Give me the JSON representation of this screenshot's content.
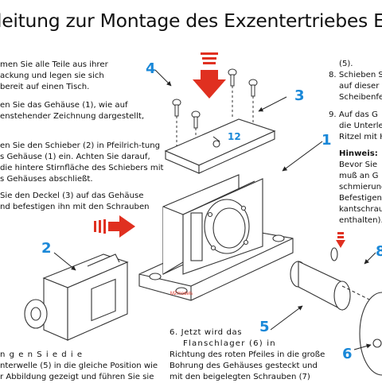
{
  "title": "leitung zur Montage des Exzentertriebes EZ",
  "left_steps": {
    "s1": [
      "men Sie alle Teile aus ihrer",
      "ackung und legen sie sich",
      "bereit auf einen Tisch."
    ],
    "s2": [
      "en Sie das Gehäuse (1), wie auf",
      "enstehender Zeichnung dargestellt,"
    ],
    "s3": [
      "en Sie den Schieber (2) in Pfeilrich-tung",
      "s Gehäuse (1) ein. Achten Sie darauf,",
      "die hintere Stirnfläche des Schiebers mit",
      "s Gehäuses abschließt."
    ],
    "s4": [
      "Sie den Deckel (3) auf das Gehäuse",
      "nd befestigen ihn mit den Schrauben"
    ],
    "s5": [
      "n g e n   S i e   d i e",
      "nterwelle (5) in die gleiche Position wie",
      "r Abbildung gezeigt und führen Sie sie"
    ]
  },
  "right_steps": {
    "ref5": "(5).",
    "s8": [
      "8. Schieben S",
      "auf dieser",
      "Scheibenfe"
    ],
    "s9": [
      "9. Auf das G",
      "die Unterle",
      "Ritzel mit H"
    ],
    "hinweis_title": "Hinweis:",
    "hinweis": [
      "Bevor Sie",
      "muß an G",
      "schmierung",
      "Befestigen",
      "kantschrau",
      "enthalten)."
    ]
  },
  "step6": [
    "6. Jetzt wird das",
    "Flanschlager (6) in",
    "Richtung des roten Pfeiles in die große",
    "Bohrung des Gehäuses gesteckt und",
    "mit den beigelegten Schrauben (7)"
  ],
  "callouts": {
    "c1": "1",
    "c2": "2",
    "c3": "3",
    "c4": "4",
    "c5": "5",
    "c6": "6",
    "c8": "8",
    "c12": "12"
  },
  "brand_mark": "MZmodels",
  "colors": {
    "callout": "#1a88d8",
    "arrow": "#e03020",
    "line": "#333333",
    "text_blue": "#1a64c4"
  }
}
